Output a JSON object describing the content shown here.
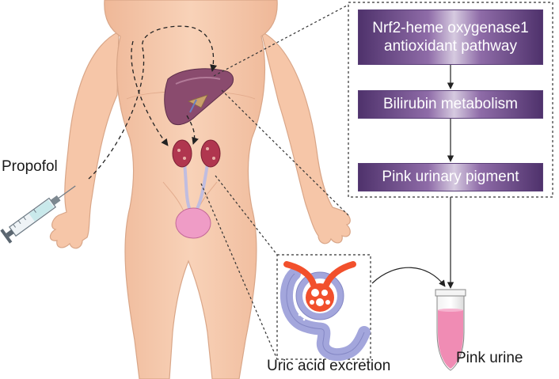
{
  "pathway": {
    "nrf2_line1": "Nrf2-heme oxygenase1",
    "nrf2_line2": "antioxidant pathway",
    "bilirubin": "Bilirubin metabolism",
    "pigment": "Pink urinary pigment"
  },
  "labels": {
    "drug": "Propofol",
    "excretion": "Uric acid excretion",
    "result": "Pink urine"
  },
  "colors": {
    "skin": "#f6c6a8",
    "skin_outline": "#d9a688",
    "box_dark": "#4f326c",
    "liver": "#8a4b6e",
    "kidney": "#b0364f",
    "bladder": "#ef9cc6",
    "vessel_red": "#f2502c",
    "tubule": "#a3a6dc",
    "urine": "#f08cb4"
  }
}
